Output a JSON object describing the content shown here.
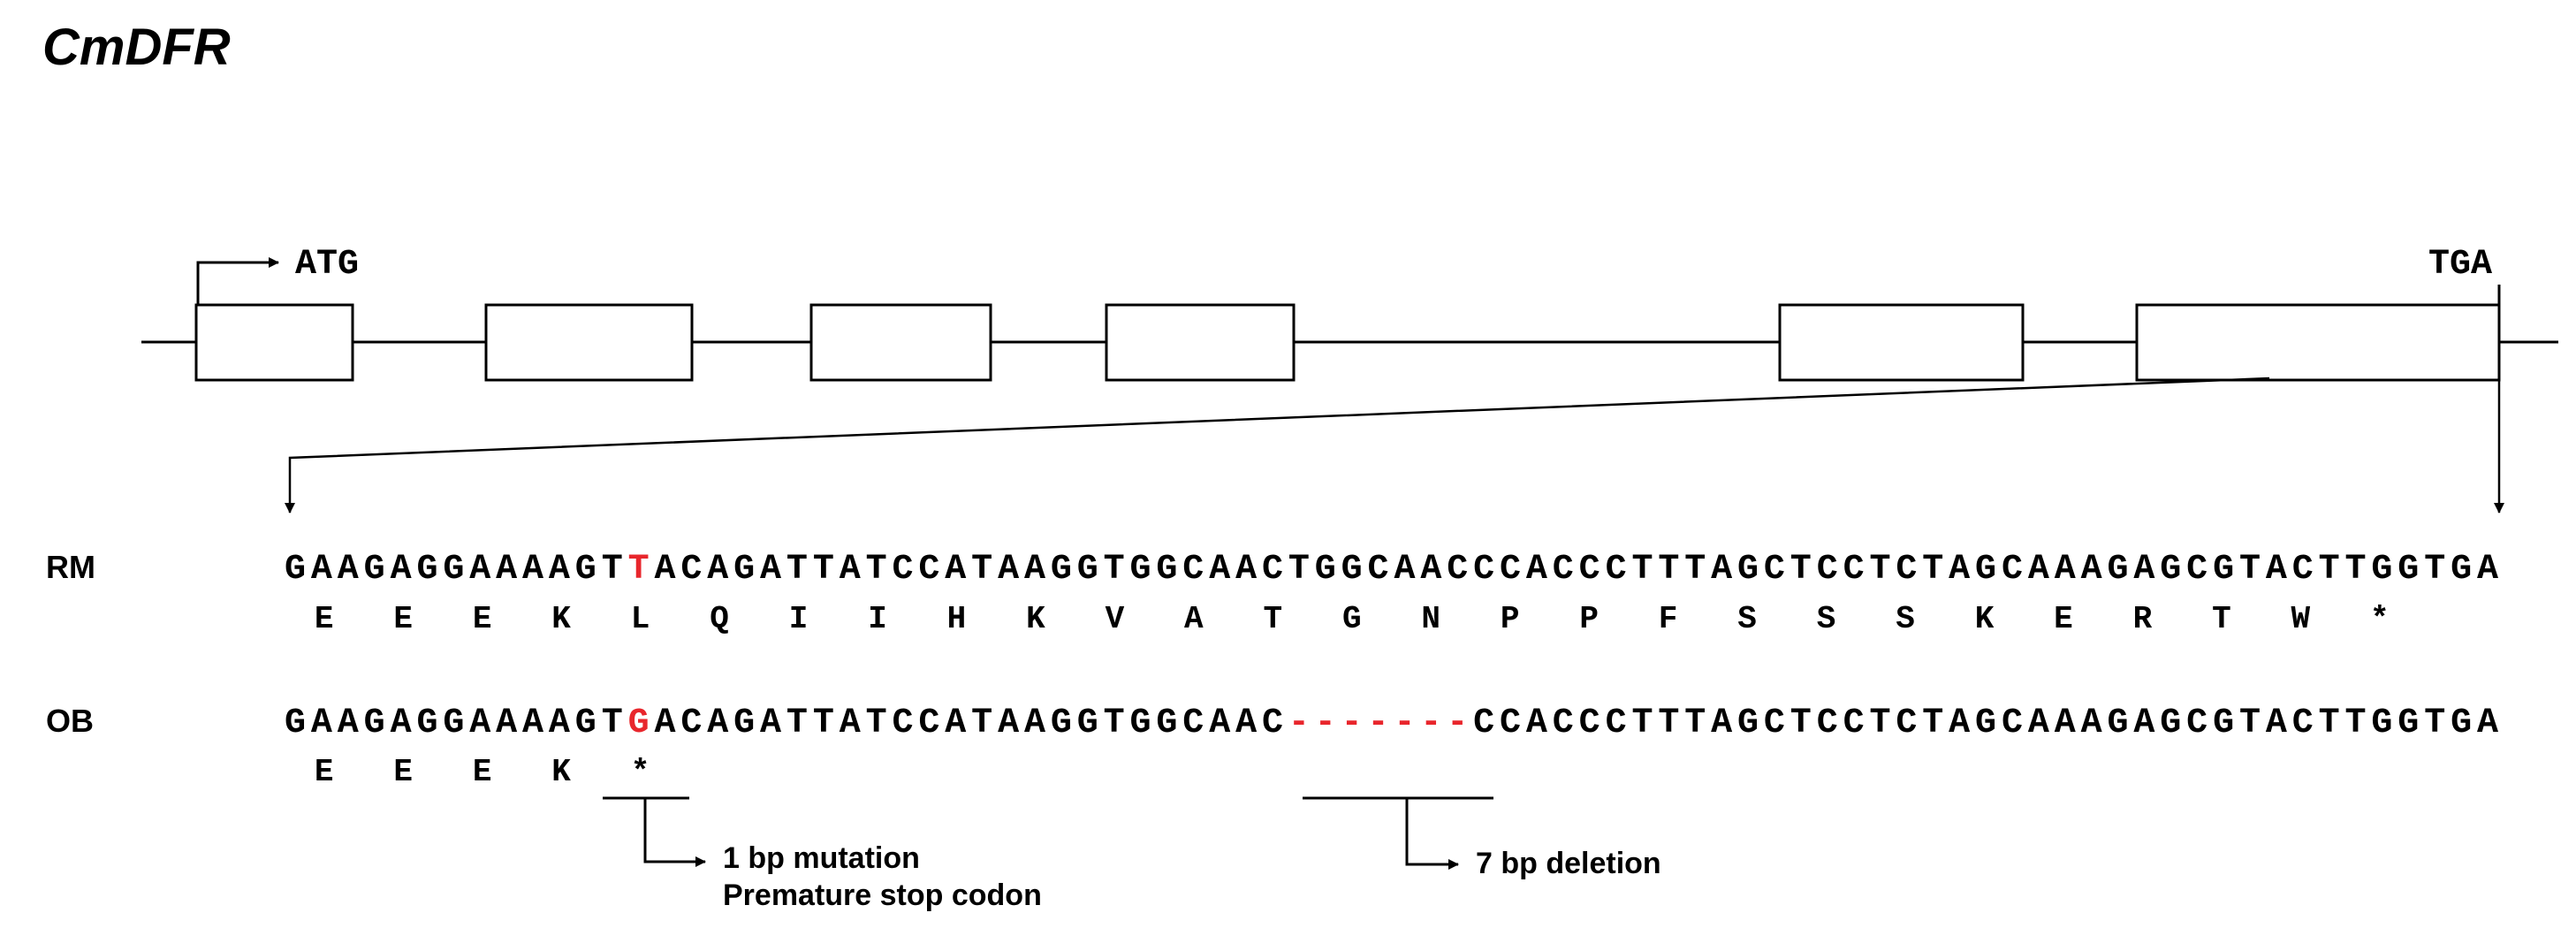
{
  "title": "CmDFR",
  "gene_structure": {
    "start_codon": "ATG",
    "stop_codon": "TGA",
    "exon_count": 6
  },
  "sequences": {
    "rm": {
      "label": "RM",
      "nt_before": "GAAGAGGAAAAGT",
      "nt_highlight": "T",
      "nt_after": "ACAGATTATCCATAAGGTGGCAACTGGCAACCCACCCTTTAGCTCCTCTAGCAAAGAGCGTACTTGGTGA",
      "aa": [
        "E",
        "E",
        "E",
        "K",
        "L",
        "Q",
        "I",
        "I",
        "H",
        "K",
        "V",
        "A",
        "T",
        "G",
        "N",
        "P",
        "P",
        "F",
        "S",
        "S",
        "S",
        "K",
        "E",
        "R",
        "T",
        "W",
        "*"
      ]
    },
    "ob": {
      "label": "OB",
      "nt_before": "GAAGAGGAAAAGT",
      "nt_highlight": "G",
      "nt_mid": "ACAGATTATCCATAAGGTGGCAAC",
      "nt_deletion": "-------",
      "nt_after": "CCACCCTTTAGCTCCTCTAGCAAAGAGCGTACTTGGTGA",
      "aa": [
        "E",
        "E",
        "E",
        "K",
        "*"
      ]
    }
  },
  "annotations": {
    "mutation_line1": "1 bp mutation",
    "mutation_line2": "Premature stop codon",
    "deletion": "7 bp deletion"
  }
}
